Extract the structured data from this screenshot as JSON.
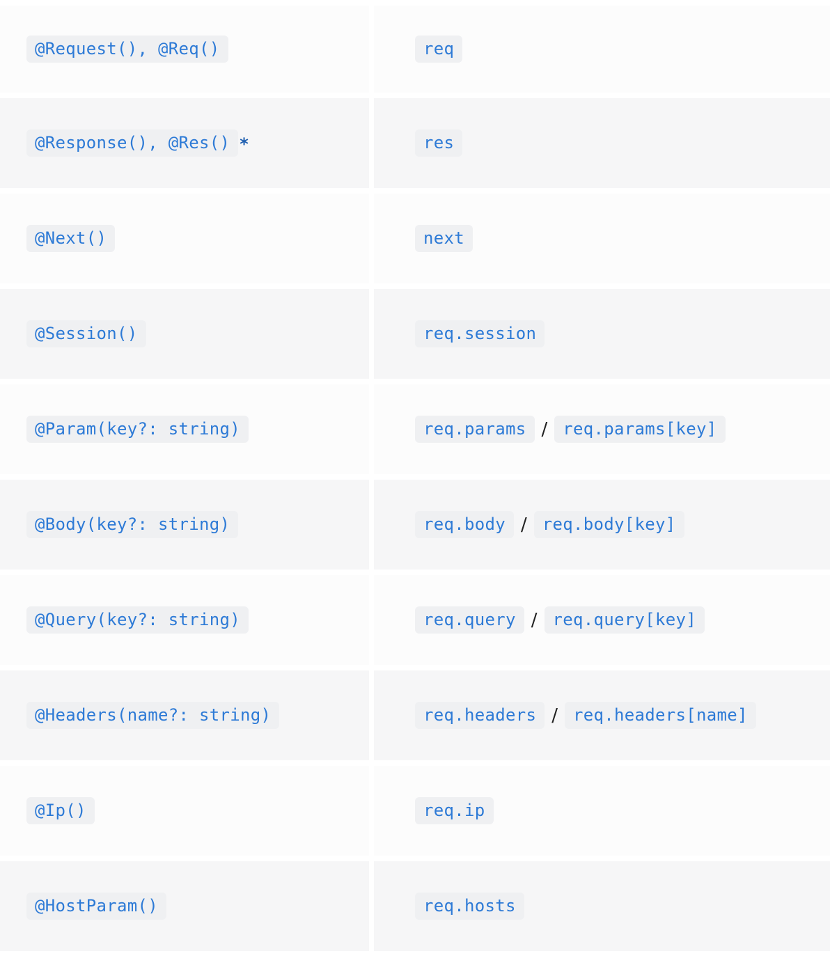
{
  "rows": [
    {
      "left": "@Request(), @Req()",
      "right": [
        "req"
      ]
    },
    {
      "left": "@Response(), @Res()",
      "left_mark": "*",
      "right": [
        "res"
      ]
    },
    {
      "left": "@Next()",
      "right": [
        "next"
      ]
    },
    {
      "left": "@Session()",
      "right": [
        "req.session"
      ]
    },
    {
      "left": "@Param(key?: string)",
      "right": [
        "req.params",
        "req.params[key]"
      ]
    },
    {
      "left": "@Body(key?: string)",
      "right": [
        "req.body",
        "req.body[key]"
      ]
    },
    {
      "left": "@Query(key?: string)",
      "right": [
        "req.query",
        "req.query[key]"
      ]
    },
    {
      "left": "@Headers(name?: string)",
      "right": [
        "req.headers",
        "req.headers[name]"
      ]
    },
    {
      "left": "@Ip()",
      "right": [
        "req.ip"
      ]
    },
    {
      "left": "@HostParam()",
      "right": [
        "req.hosts"
      ]
    }
  ],
  "separator": "/"
}
